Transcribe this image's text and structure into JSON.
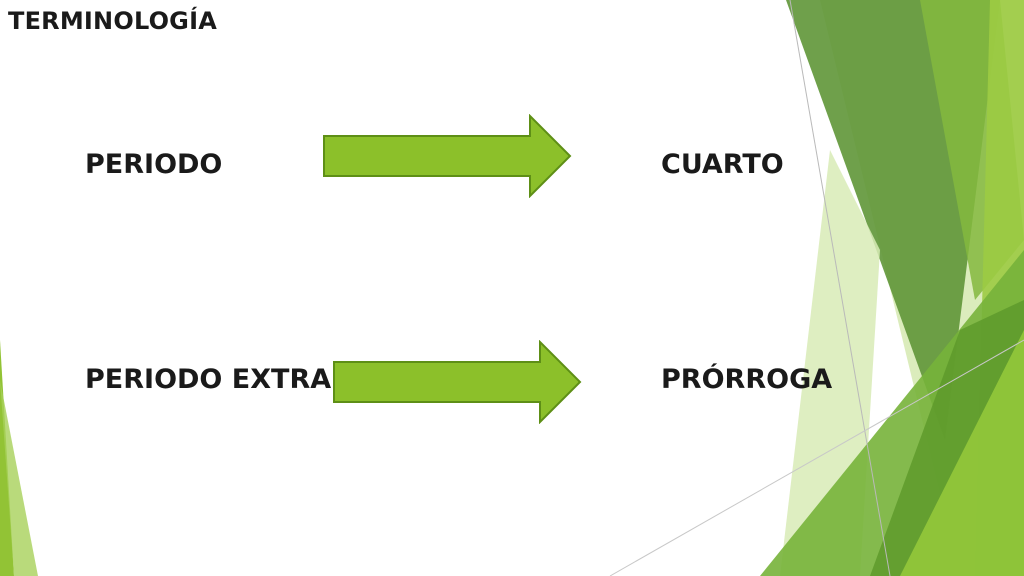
{
  "slide": {
    "title": "TERMINOLOGÍA",
    "rows": [
      {
        "term": "PERIODO",
        "translation": "CUARTO"
      },
      {
        "term": "PERIODO EXTRA",
        "translation": "PRÓRROGA"
      }
    ]
  },
  "colors": {
    "arrow_fill": "#8cc02a",
    "arrow_stroke": "#5e8f16",
    "accent_dark": "#5f9637",
    "accent_mid": "#7fb53a",
    "accent_light": "#cfe5a6"
  },
  "icons": [
    "right-arrow-icon",
    "right-arrow-icon"
  ]
}
